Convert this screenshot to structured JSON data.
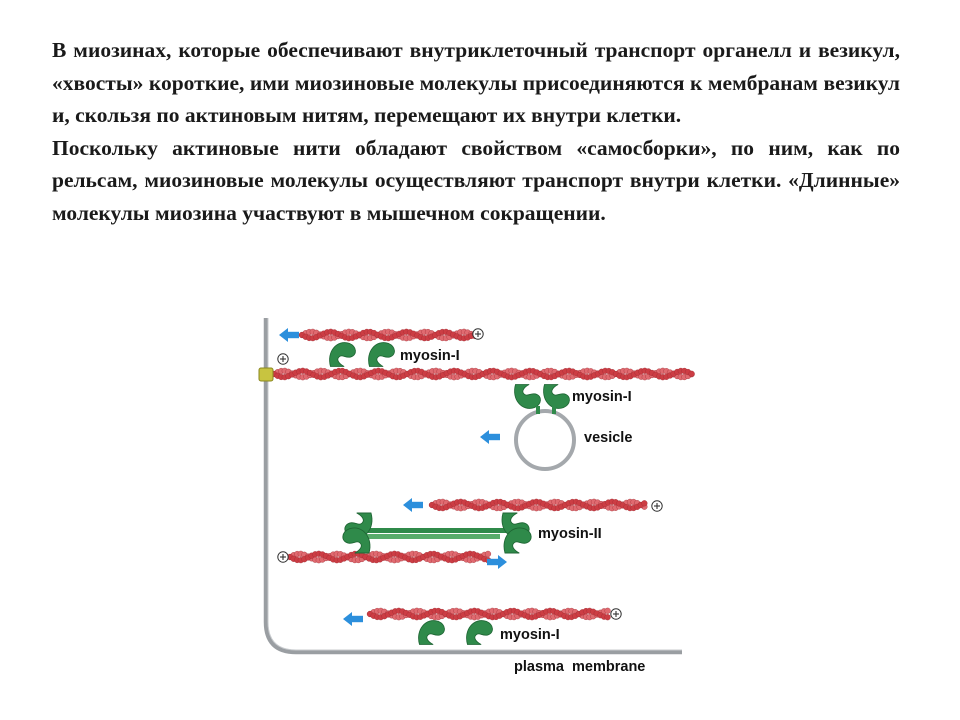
{
  "paragraphs": [
    "В миозинах, которые обеспечивают внутриклеточный транспорт органелл и везикул, «хвосты» короткие, ими миозиновые молекулы присоединяются к мембранам везикул и, скользя по актиновым нитям, перемещают их внутри клетки.",
    "Поскольку актиновые нити обладают свойством «самосборки», по ним, как по рельсам, миозиновые молекулы осуществляют транспорт внутри клетки. «Длинные» молекулы миозина участвуют в мышечном сокращении."
  ],
  "diagram": {
    "labels": {
      "myosin_i_top": "myosin-I",
      "myosin_i_vesicle": "myosin-I",
      "vesicle": "vesicle",
      "myosin_ii": "myosin-II",
      "myosin_i_bottom": "myosin-I",
      "plasma_membrane": "plasma  membrane"
    },
    "colors": {
      "actin": "#cc3d44",
      "actin_light": "#e06a70",
      "myosin": "#2f8a4a",
      "myosin_light": "#58ac6b",
      "arrow": "#2c8fdc",
      "membrane": "#9a9ea2",
      "vesicle": "#a4a8ac",
      "anchor": "#c8c440"
    },
    "icons": [
      "plus-end-icon",
      "direction-arrow-icon"
    ]
  }
}
